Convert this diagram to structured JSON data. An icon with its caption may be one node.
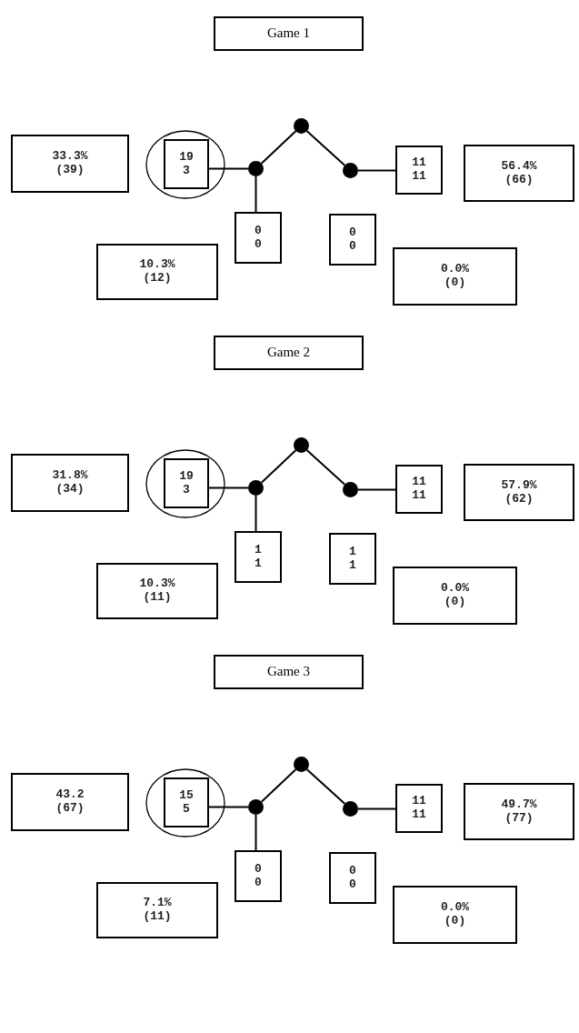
{
  "diagram": {
    "nodes": [
      {
        "text": [
          "Game 1"
        ]
      },
      {
        "text": [
          "33.3%",
          "(39)"
        ]
      },
      {
        "text": [],
        "shape": "circle"
      },
      {
        "text": [
          "19",
          "3"
        ],
        "in": 2
      },
      {
        "text": [],
        "shape": "circle"
      },
      {
        "text": [],
        "shape": "circle"
      },
      {
        "text": [],
        "shape": "circle"
      },
      {
        "text": [
          "11",
          "11"
        ]
      },
      {
        "text": [
          "56.4%",
          "(66)"
        ]
      },
      {
        "text": [
          "0",
          "0"
        ]
      },
      {
        "text": [
          "0",
          "0"
        ]
      },
      {
        "text": [
          "10.3%",
          "(12)"
        ]
      },
      {
        "text": [
          "0.0%",
          "(0)"
        ]
      },
      {
        "text": [
          "Game 2"
        ]
      },
      {
        "text": [
          "31.8%",
          "(34)"
        ]
      },
      {
        "text": [],
        "shape": "circle"
      },
      {
        "text": [
          "19",
          "3"
        ],
        "in": 15
      },
      {
        "text": [],
        "shape": "circle"
      },
      {
        "text": [],
        "shape": "circle"
      },
      {
        "text": [],
        "shape": "circle"
      },
      {
        "text": [
          "11",
          "11"
        ]
      },
      {
        "text": [
          "57.9%",
          "(62)"
        ]
      },
      {
        "text": [
          "1",
          "1"
        ]
      },
      {
        "text": [
          "1",
          "1"
        ]
      },
      {
        "text": [
          "10.3%",
          "(11)"
        ]
      },
      {
        "text": [
          "0.0%",
          "(0)"
        ]
      },
      {
        "text": [
          "Game 3"
        ]
      },
      {
        "text": [
          "43.2",
          "(67)"
        ]
      },
      {
        "text": [],
        "shape": "circle"
      },
      {
        "text": [
          "15",
          "5"
        ],
        "in": 28
      },
      {
        "text": [],
        "shape": "circle"
      },
      {
        "text": [],
        "shape": "circle"
      },
      {
        "text": [],
        "shape": "circle"
      },
      {
        "text": [
          "11",
          "11"
        ]
      },
      {
        "text": [
          "49.7%",
          "(77)"
        ]
      },
      {
        "text": [
          "0",
          "0"
        ]
      },
      {
        "text": [
          "0",
          "0"
        ]
      },
      {
        "text": [
          "7.1%",
          "(11)"
        ]
      },
      {
        "text": [
          "0.0%",
          "(0)"
        ]
      }
    ],
    "edges": [
      {
        "from": 3,
        "to": 4,
        "arrow": "none"
      },
      {
        "from": 4,
        "to": 5,
        "arrow": "none"
      },
      {
        "from": 5,
        "to": 6,
        "arrow": "none"
      },
      {
        "from": 6,
        "to": 7,
        "arrow": "none"
      },
      {
        "from": 4,
        "to": 9,
        "arrow": "none"
      },
      {
        "from": 16,
        "to": 17,
        "arrow": "none"
      },
      {
        "from": 17,
        "to": 18,
        "arrow": "none"
      },
      {
        "from": 18,
        "to": 19,
        "arrow": "none"
      },
      {
        "from": 19,
        "to": 20,
        "arrow": "none"
      },
      {
        "from": 17,
        "to": 22,
        "arrow": "none"
      },
      {
        "from": 29,
        "to": 30,
        "arrow": "none"
      },
      {
        "from": 30,
        "to": 31,
        "arrow": "none"
      },
      {
        "from": 31,
        "to": 32,
        "arrow": "none"
      },
      {
        "from": 32,
        "to": 33,
        "arrow": "none"
      },
      {
        "from": 30,
        "to": 35,
        "arrow": "none"
      }
    ]
  }
}
